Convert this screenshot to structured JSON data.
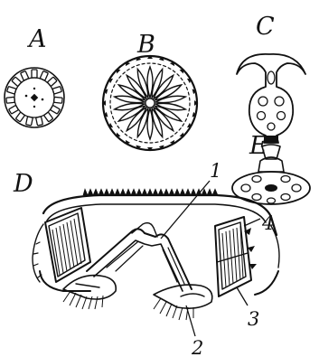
{
  "panels": {
    "a": "A",
    "b": "B",
    "c": "C",
    "d": "D",
    "e": "E"
  },
  "callouts": [
    "1",
    "2",
    "3",
    "4"
  ]
}
